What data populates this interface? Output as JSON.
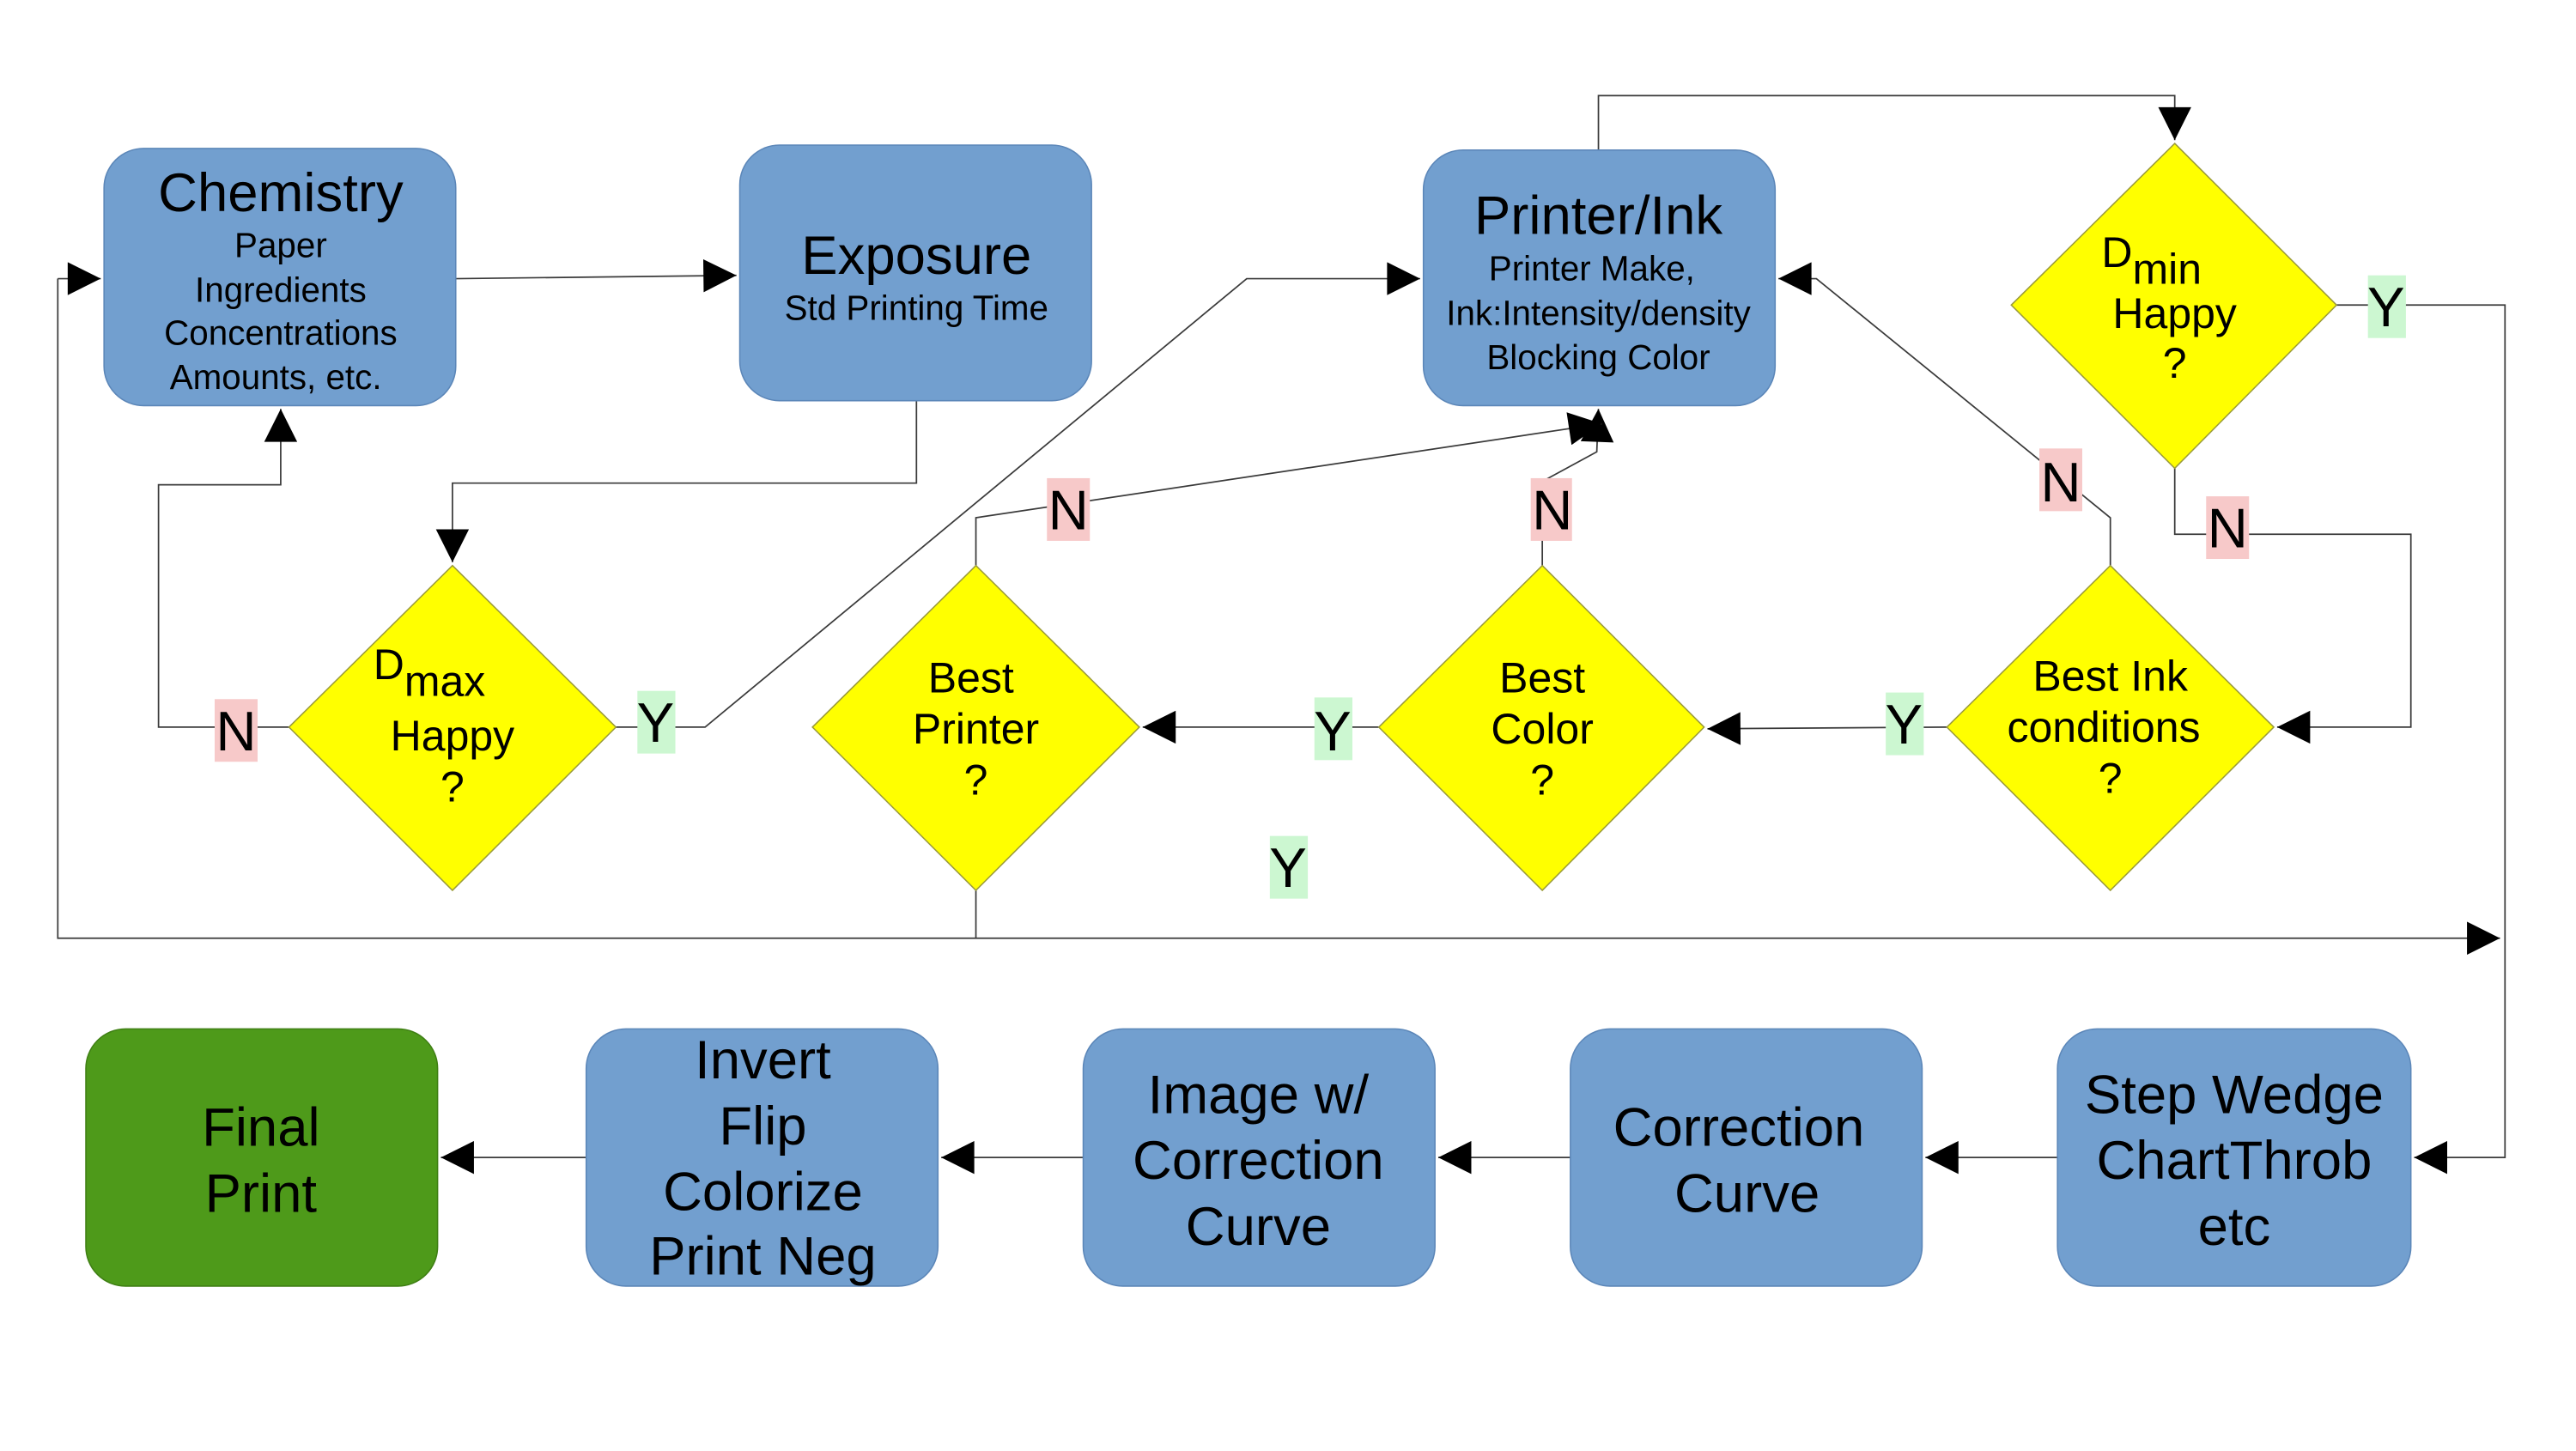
{
  "colors": {
    "process_box": "#729fcf",
    "final_box": "#4e9a1a",
    "decision": "#ffff00",
    "yes_label_bg": "#ccf7d1",
    "no_label_bg": "#f7c9c9"
  },
  "nodes": {
    "chemistry": {
      "title": "Chemistry",
      "lines": [
        "Paper",
        "Ingredients",
        "Concentrations",
        "Amounts, etc."
      ]
    },
    "exposure": {
      "title": "Exposure",
      "lines": [
        "Std Printing Time"
      ]
    },
    "printer_ink": {
      "title": "Printer/Ink",
      "lines": [
        "Printer Make,",
        "Ink:Intensity/density",
        "Blocking Color"
      ]
    },
    "dmin": {
      "base": "D",
      "subscript": "min",
      "lines": [
        "Happy",
        "?"
      ]
    },
    "dmax": {
      "base": "D",
      "subscript": "max",
      "lines": [
        "Happy",
        "?"
      ]
    },
    "best_printer": {
      "lines": [
        "Best",
        "Printer",
        "?"
      ]
    },
    "best_color": {
      "lines": [
        "Best",
        "Color",
        "?"
      ]
    },
    "best_ink": {
      "lines": [
        "Best Ink",
        "conditions",
        "?"
      ]
    },
    "final_print": {
      "lines": [
        "Final",
        "Print"
      ]
    },
    "invert": {
      "lines": [
        "Invert",
        "Flip",
        "Colorize",
        "Print Neg"
      ]
    },
    "image_curve": {
      "lines": [
        "Image w/",
        "Correction",
        "Curve"
      ]
    },
    "correction_curve": {
      "lines": [
        "Correction",
        "Curve"
      ]
    },
    "step_wedge": {
      "lines": [
        "Step Wedge",
        "ChartThrob",
        "etc"
      ]
    }
  },
  "labels": {
    "yes": "Y",
    "no": "N"
  }
}
